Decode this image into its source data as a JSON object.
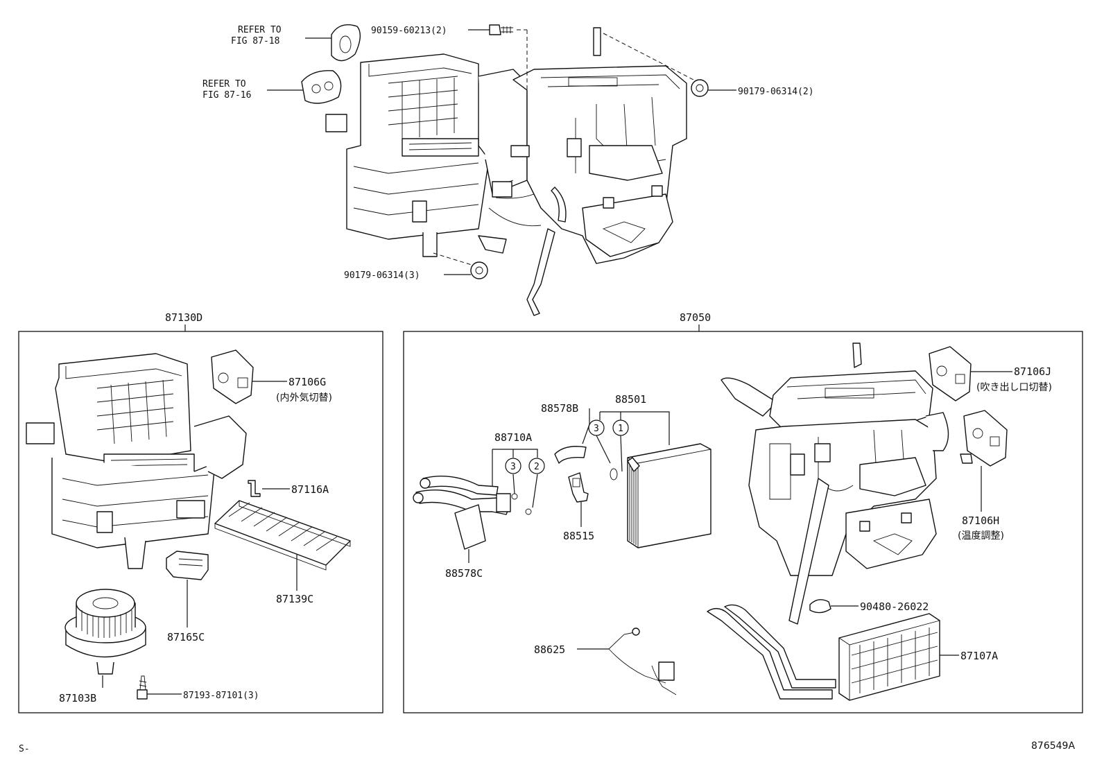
{
  "top": {
    "refer1": [
      "REFER TO",
      "FIG 87-18"
    ],
    "refer2": [
      "REFER TO",
      "FIG 87-16"
    ],
    "bolt_top": "90159-60213(2)",
    "nut_right": "90179-06314(2)",
    "nut_bottom": "90179-06314(3)"
  },
  "left_panel": {
    "title": "87130D",
    "servo": "87106G",
    "servo_note": "(内外気切替)",
    "clip": "87116A",
    "filter": "87139C",
    "resistor": "87165C",
    "blower": "87103B",
    "screw": "87193-87101(3)"
  },
  "right_panel": {
    "title": "87050",
    "servo_j": "87106J",
    "servo_j_note": "(吹き出し口切替)",
    "servo_h": "87106H",
    "servo_h_note": "(温度調整)",
    "evap": "88501",
    "pad_b": "88578B",
    "tube": "88710A",
    "pad_c": "88578C",
    "valve": "88515",
    "grommet": "90480-26022",
    "thermistor": "88625",
    "heater_core": "87107A",
    "circle_1": "1",
    "circle_2": "2",
    "circle_3a": "3",
    "circle_3b": "3"
  },
  "footer": {
    "left_mark": "S-",
    "figure_id": "876549A"
  }
}
